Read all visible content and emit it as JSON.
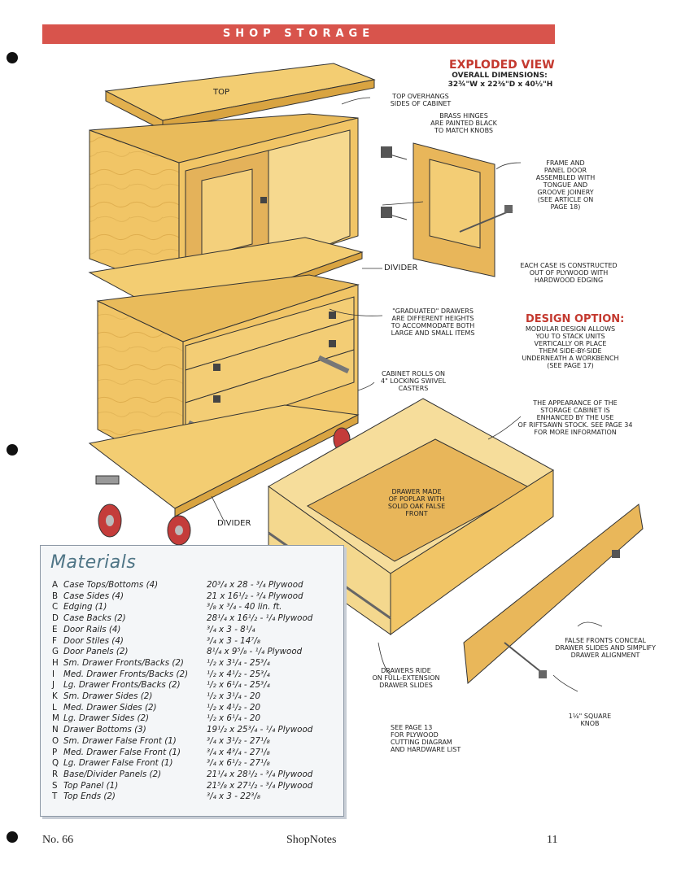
{
  "header": {
    "section": "SHOP STORAGE"
  },
  "exploded": {
    "title": "EXPLODED VIEW",
    "subtitle": "OVERALL DIMENSIONS:",
    "dimensions": "32¾\"W x 22⅜\"D x 40½\"H"
  },
  "labels": {
    "top": "TOP",
    "top_overhangs": [
      "TOP OVERHANGS",
      "SIDES OF CABINET"
    ],
    "brass_hinges": [
      "BRASS HINGES",
      "ARE PAINTED BLACK",
      "TO MATCH KNOBS"
    ],
    "frame_panel": [
      "FRAME AND",
      "PANEL DOOR",
      "ASSEMBLED WITH",
      "TONGUE AND",
      "GROOVE JOINERY",
      "(SEE ARTICLE ON",
      "PAGE 18)"
    ],
    "divider_1": "DIVIDER",
    "each_case": [
      "EACH CASE IS CONSTRUCTED",
      "OUT OF PLYWOOD WITH",
      "HARDWOOD EDGING"
    ],
    "graduated": [
      "\"GRADUATED\" DRAWERS",
      "ARE DIFFERENT HEIGHTS",
      "TO ACCOMMODATE BOTH",
      "LARGE AND SMALL ITEMS"
    ],
    "design_option_title": "DESIGN OPTION:",
    "design_option": [
      "MODULAR DESIGN ALLOWS",
      "YOU TO STACK UNITS",
      "VERTICALLY OR PLACE",
      "THEM SIDE-BY-SIDE",
      "UNDERNEATH A WORKBENCH",
      "(SEE PAGE 17)"
    ],
    "cabinet_rolls": [
      "CABINET ROLLS ON",
      "4\" LOCKING SWIVEL",
      "CASTERS"
    ],
    "appearance": [
      "THE APPEARANCE OF THE",
      "STORAGE CABINET IS",
      "ENHANCED BY THE USE",
      "OF RIFTSAWN STOCK. SEE PAGE 34",
      "FOR MORE INFORMATION"
    ],
    "drawer_made": [
      "DRAWER MADE",
      "OF POPLAR WITH",
      "SOLID OAK FALSE",
      "FRONT"
    ],
    "divider_2": "DIVIDER",
    "false_fronts": [
      "FALSE FRONTS CONCEAL",
      "DRAWER SLIDES AND SIMPLIFY",
      "DRAWER ALIGNMENT"
    ],
    "drawers_ride": [
      "DRAWERS RIDE",
      "ON FULL-EXTENSION",
      "DRAWER SLIDES"
    ],
    "knob": [
      "1⅛\" SQUARE",
      "KNOB"
    ],
    "see_page": [
      "SEE PAGE 13",
      "FOR PLYWOOD",
      "CUTTING DIAGRAM",
      "AND HARDWARE LIST"
    ]
  },
  "materials": {
    "title": "Materials",
    "items": [
      {
        "letter": "A",
        "name": "Case Tops/Bottoms (4)",
        "dims": "20³/₄ x 28 - ³/₄ Plywood"
      },
      {
        "letter": "B",
        "name": "Case Sides (4)",
        "dims": "21 x 16¹/₂ - ³/₄ Plywood"
      },
      {
        "letter": "C",
        "name": "Edging (1)",
        "dims": "³/₈ x ³/₄ - 40 lin. ft."
      },
      {
        "letter": "D",
        "name": "Case Backs (2)",
        "dims": "28¹/₄ x 16¹/₂ - ¹/₄ Plywood"
      },
      {
        "letter": "E",
        "name": "Door Rails (4)",
        "dims": "³/₄ x 3 - 8¹/₄"
      },
      {
        "letter": "F",
        "name": "Door Stiles (4)",
        "dims": "³/₄ x 3 - 14⁷/₈"
      },
      {
        "letter": "G",
        "name": "Door Panels (2)",
        "dims": "8¹/₄ x 9⁵/₈ - ¹/₄ Plywood"
      },
      {
        "letter": "H",
        "name": "Sm. Drawer Fronts/Backs (2)",
        "dims": "¹/₂ x 3¹/₄ - 25³/₄"
      },
      {
        "letter": "I",
        "name": "Med. Drawer Fronts/Backs (2)",
        "dims": "¹/₂ x 4¹/₂ - 25³/₄"
      },
      {
        "letter": "J",
        "name": "Lg. Drawer Fronts/Backs (2)",
        "dims": "¹/₂ x 6¹/₄ - 25³/₄"
      },
      {
        "letter": "K",
        "name": "Sm. Drawer Sides (2)",
        "dims": "¹/₂ x 3¹/₄ - 20"
      },
      {
        "letter": "L",
        "name": "Med. Drawer Sides (2)",
        "dims": "¹/₂ x 4¹/₂ - 20"
      },
      {
        "letter": "M",
        "name": "Lg. Drawer Sides (2)",
        "dims": "¹/₂ x 6¹/₄ - 20"
      },
      {
        "letter": "N",
        "name": "Drawer Bottoms (3)",
        "dims": "19¹/₂ x 25³/₄ - ¹/₄ Plywood"
      },
      {
        "letter": "O",
        "name": "Sm. Drawer False Front (1)",
        "dims": "³/₄ x 3¹/₂ - 27¹/₈"
      },
      {
        "letter": "P",
        "name": "Med. Drawer False Front (1)",
        "dims": "³/₄ x 4³/₄ - 27¹/₈"
      },
      {
        "letter": "Q",
        "name": "Lg. Drawer False Front (1)",
        "dims": "³/₄ x 6¹/₂ - 27¹/₈"
      },
      {
        "letter": "R",
        "name": "Base/Divider Panels (2)",
        "dims": "21¹/₄ x 28¹/₂ - ³/₄ Plywood"
      },
      {
        "letter": "S",
        "name": "Top Panel (1)",
        "dims": "21⁵/₈ x 27¹/₂ - ³/₄ Plywood"
      },
      {
        "letter": "T",
        "name": "Top Ends (2)",
        "dims": "³/₄ x 3 - 22³/₈"
      }
    ]
  },
  "footer": {
    "issue": "No. 66",
    "magazine": "ShopNotes",
    "page": "11"
  },
  "colors": {
    "banner": "#d8544c",
    "accent_red": "#c4392f",
    "wood": "#f1c566",
    "wood_dark": "#d9a441",
    "materials_title": "#4f7586"
  }
}
